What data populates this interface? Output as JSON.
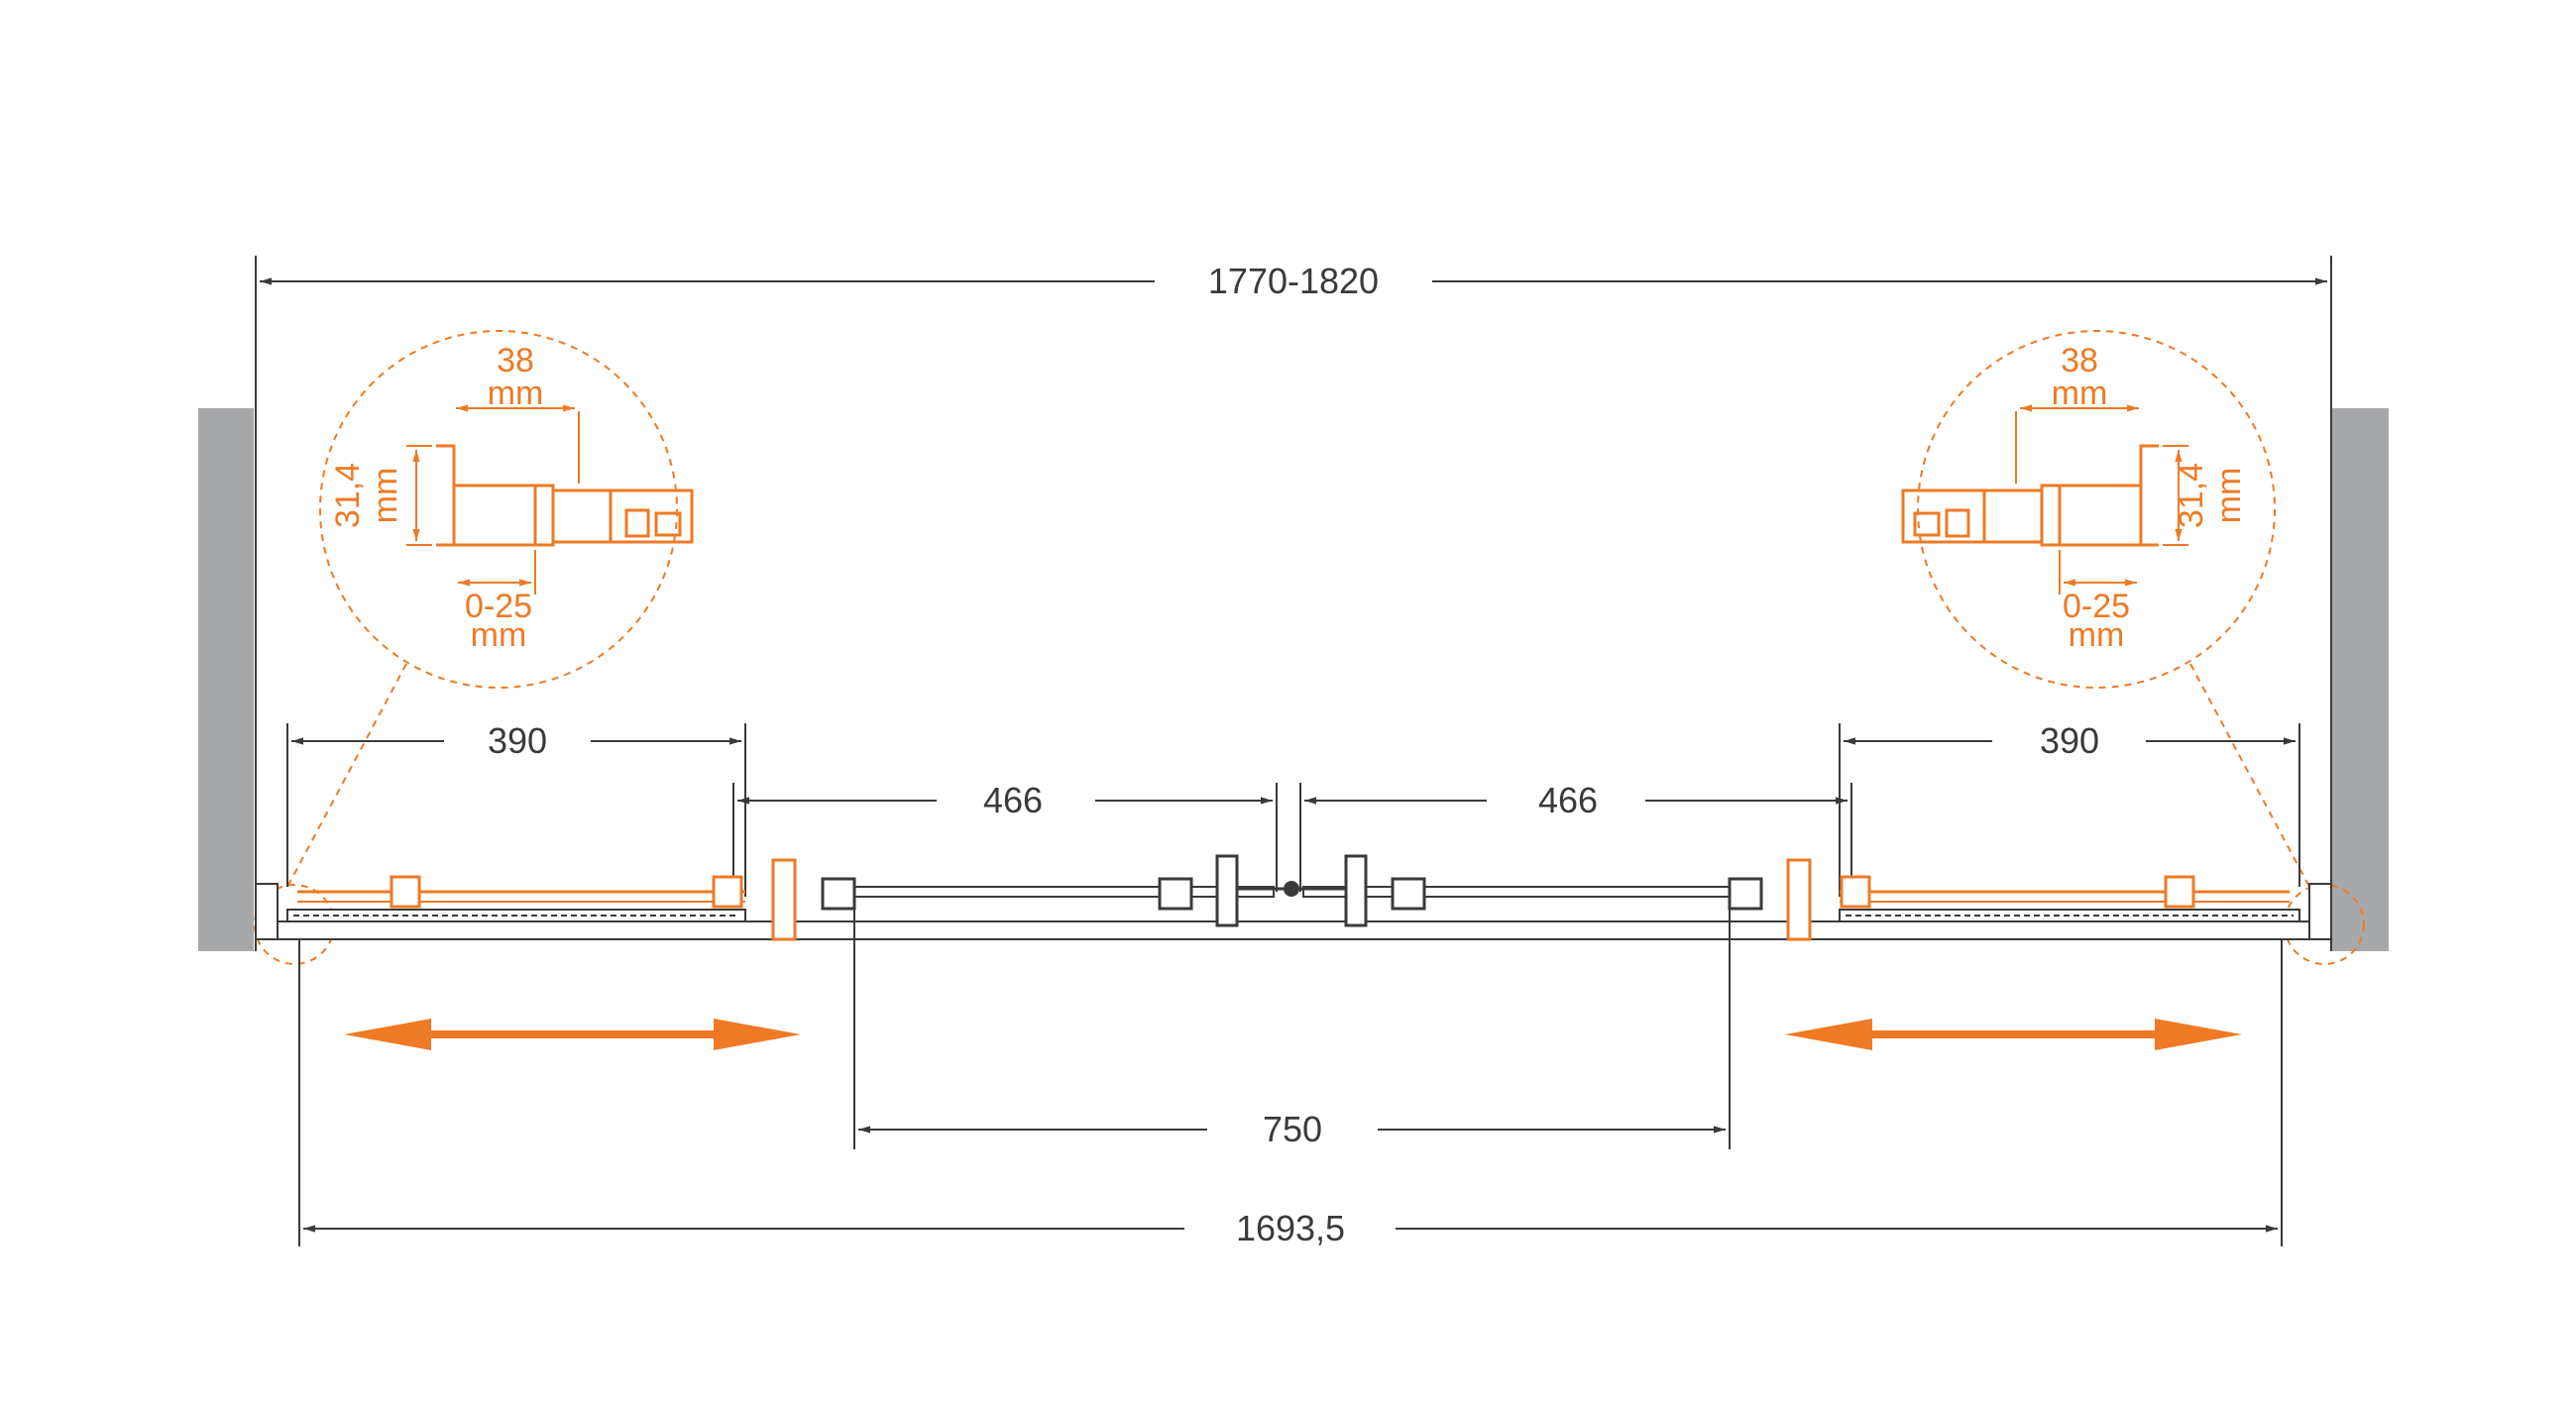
{
  "colors": {
    "accent": "#ee7a25",
    "line": "#3a3a3a",
    "wall": "#a7a8aa",
    "background": "#ffffff"
  },
  "dimensions": {
    "overall_opening": "1770-1820",
    "total_width": "1693,5",
    "entrance_width": "750",
    "left_panel": "390",
    "right_panel": "390",
    "left_door": "466",
    "right_door": "466"
  },
  "detail_left": {
    "profile_width_value": "38",
    "profile_width_unit": "mm",
    "profile_depth_value": "31,4",
    "profile_depth_unit": "mm",
    "adjustment_value": "0-25",
    "adjustment_unit": "mm"
  },
  "detail_right": {
    "profile_width_value": "38",
    "profile_width_unit": "mm",
    "profile_depth_value": "31,4",
    "profile_depth_unit": "mm",
    "adjustment_value": "0-25",
    "adjustment_unit": "mm"
  },
  "arrows": {
    "left_icon": "double-arrow-icon",
    "right_icon": "double-arrow-icon"
  }
}
